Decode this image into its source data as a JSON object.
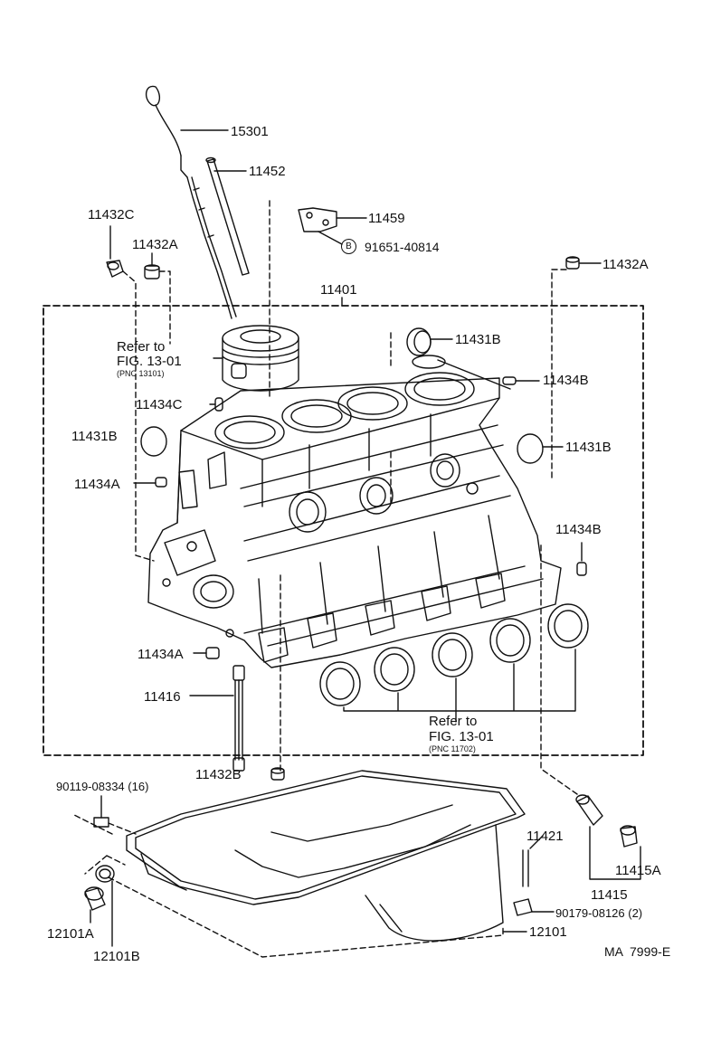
{
  "diagram": {
    "parts": {
      "p15301": "15301",
      "p11452": "11452",
      "p11459": "11459",
      "bolt_91651": "91651-40814",
      "bolt_marker": "B",
      "p11432C": "11432C",
      "p11432A_left": "11432A",
      "p11432A_right": "11432A",
      "p11401": "11401",
      "p11431B_top": "11431B",
      "p11434B_top": "11434B",
      "p11434C": "11434C",
      "p11431B_left": "11431B",
      "p11431B_right": "11431B",
      "p11434A_upper": "11434A",
      "p11434B_right": "11434B",
      "p11434A_lower": "11434A",
      "p11416": "11416",
      "p11432B": "11432B",
      "bolt_90119": "90119-08334 (16)",
      "p11421": "11421",
      "p11415A": "11415A",
      "p11415": "11415",
      "bolt_90179": "90179-08126 (2)",
      "p12101A": "12101A",
      "p12101B": "12101B",
      "p12101": "12101"
    },
    "refs": {
      "piston_refer": "Refer to",
      "piston_fig": "FIG. 13-01",
      "piston_pnc": "(PNC 13101)",
      "bearing_refer": "Refer to",
      "bearing_fig": "FIG. 13-01",
      "bearing_pnc": "(PNC 11702)"
    },
    "figure_id": "MA  7999-E"
  }
}
